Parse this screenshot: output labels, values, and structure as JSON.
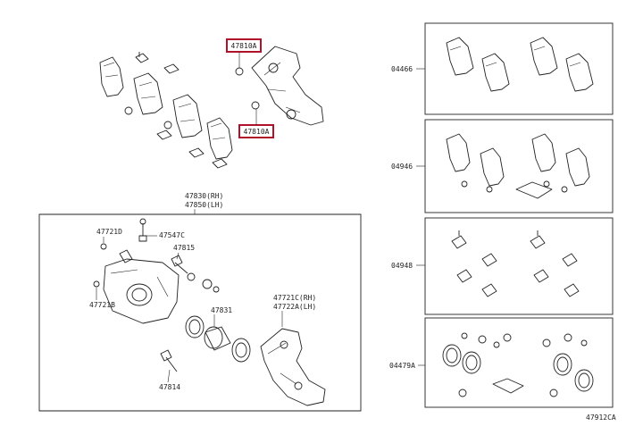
{
  "highlighted_parts": {
    "upper": "47810A",
    "lower": "47810A",
    "color": "#b0122c"
  },
  "labels": {
    "caliper_rh": "47830(RH)",
    "caliper_lh": "47850(LH)",
    "bleeder_screw": "47721D",
    "bleeder_cap": "47547C",
    "slide_pin_upper": "47815",
    "plug": "47721B",
    "piston": "47831",
    "mounting_rh": "47721C(RH)",
    "mounting_lh": "47722A(LH)",
    "slide_pin_lower": "47814",
    "pad_kit": "04466",
    "shim_kit": "04946",
    "fitting_kit": "04948",
    "cylinder_kit": "04479A",
    "diagram_code": "47912CA"
  }
}
